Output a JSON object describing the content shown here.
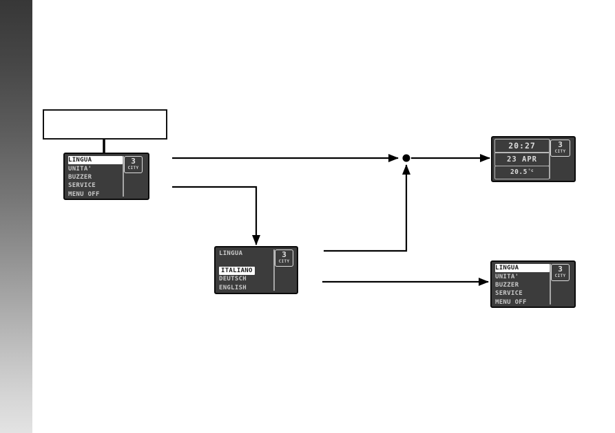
{
  "callout_box": {
    "text": ""
  },
  "screens": {
    "main_menu": {
      "items": [
        {
          "label": "LINGUA",
          "selected": true
        },
        {
          "label": "UNITA'",
          "selected": false
        },
        {
          "label": "BUZZER",
          "selected": false
        },
        {
          "label": "SERVICE",
          "selected": false
        },
        {
          "label": "MENU OFF",
          "selected": false
        }
      ],
      "day": "3",
      "city_label": "CITY"
    },
    "language_menu": {
      "items": [
        {
          "label": "LINGUA",
          "selected": false
        },
        {
          "label": "",
          "selected": false
        },
        {
          "label": "ITALIANO",
          "selected": true
        },
        {
          "label": "DEUTSCH",
          "selected": false
        },
        {
          "label": "ENGLISH",
          "selected": false
        }
      ],
      "day": "3",
      "city_label": "CITY"
    },
    "clock": {
      "time": "20:27",
      "date": "23 APR",
      "temperature": "20.5",
      "temperature_unit": "°c",
      "day": "3",
      "city_label": "CITY"
    },
    "return_menu": {
      "items": [
        {
          "label": "LINGUA",
          "selected": true
        },
        {
          "label": "UNITA'",
          "selected": false
        },
        {
          "label": "BUZZER",
          "selected": false
        },
        {
          "label": "SERVICE",
          "selected": false
        },
        {
          "label": "MENU OFF",
          "selected": false
        }
      ],
      "day": "3",
      "city_label": "CITY"
    }
  },
  "colors": {
    "arrow": "#000000",
    "lcd_background": "#3c3c3c",
    "lcd_text": "#c9c9c9",
    "highlight_background": "#ffffff",
    "highlight_text": "#161616",
    "lcd_border": "#0a0a0a",
    "gradient_top": "#373737",
    "gradient_bottom": "#e3e3e3"
  }
}
